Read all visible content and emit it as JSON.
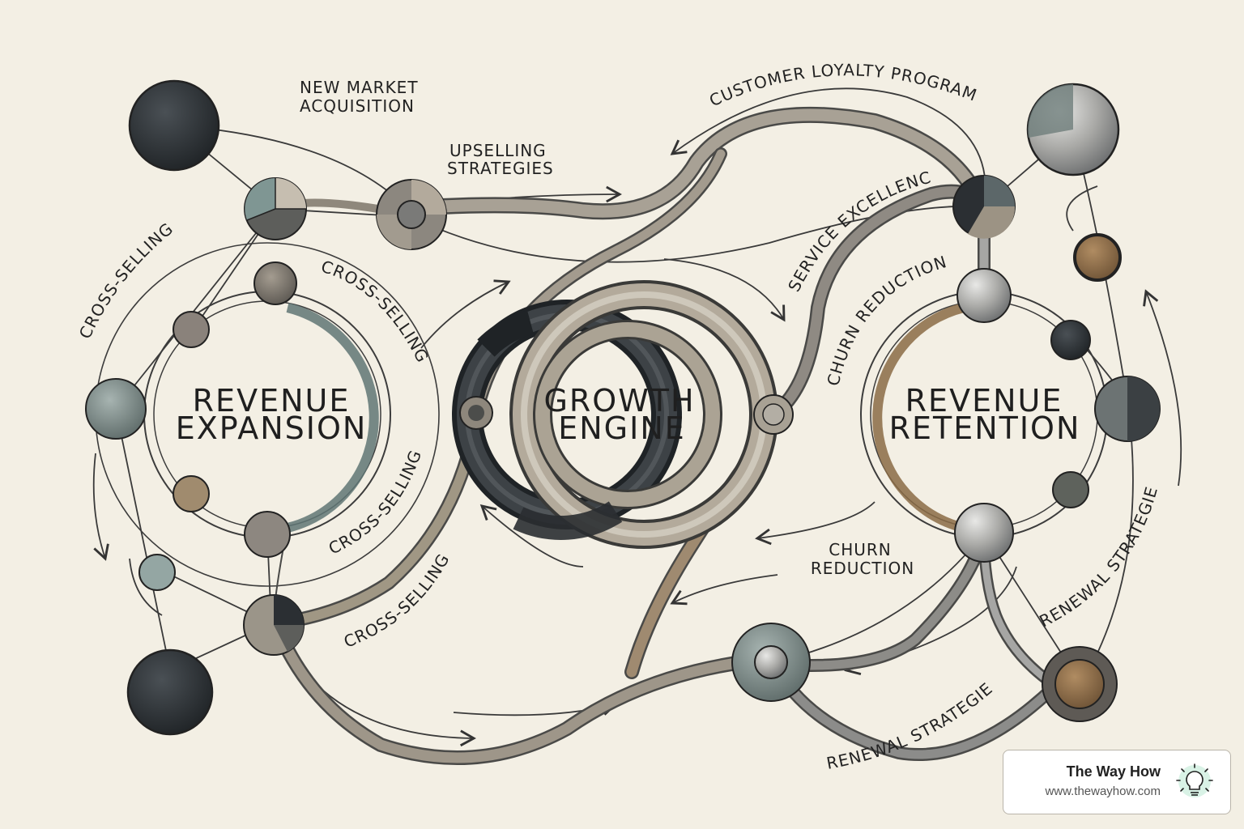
{
  "diagram": {
    "left_hub": [
      "REVENUE",
      "EXPANSION"
    ],
    "center_hub": [
      "GROWTH",
      "ENGINE"
    ],
    "right_hub": [
      "REVENUE",
      "RETENTION"
    ],
    "labels": {
      "new_market": [
        "NEW MARKET",
        "ACQUISITION"
      ],
      "upselling": [
        "UPSELLING",
        "STRATEGIES"
      ],
      "cross_selling": "CROSS-SELLING",
      "loyalty": "CUSTOMER LOYALTY PROGRAMS",
      "service": "SERVICE EXCELLENCE",
      "churn": "CHURN REDUCTION",
      "churn_two": [
        "CHURN",
        "REDUCTION"
      ],
      "renewal": "RENEWAL STRATEGIES"
    }
  },
  "branding": {
    "name": "The Way How",
    "url": "www.thewayhow.com",
    "icon": "lightbulb-icon"
  },
  "colors": {
    "background": "#f3efe4",
    "dark": "#2b2f33",
    "slate": "#7e8d8a",
    "taupe": "#9c9384",
    "bronze": "#8a6b45"
  }
}
